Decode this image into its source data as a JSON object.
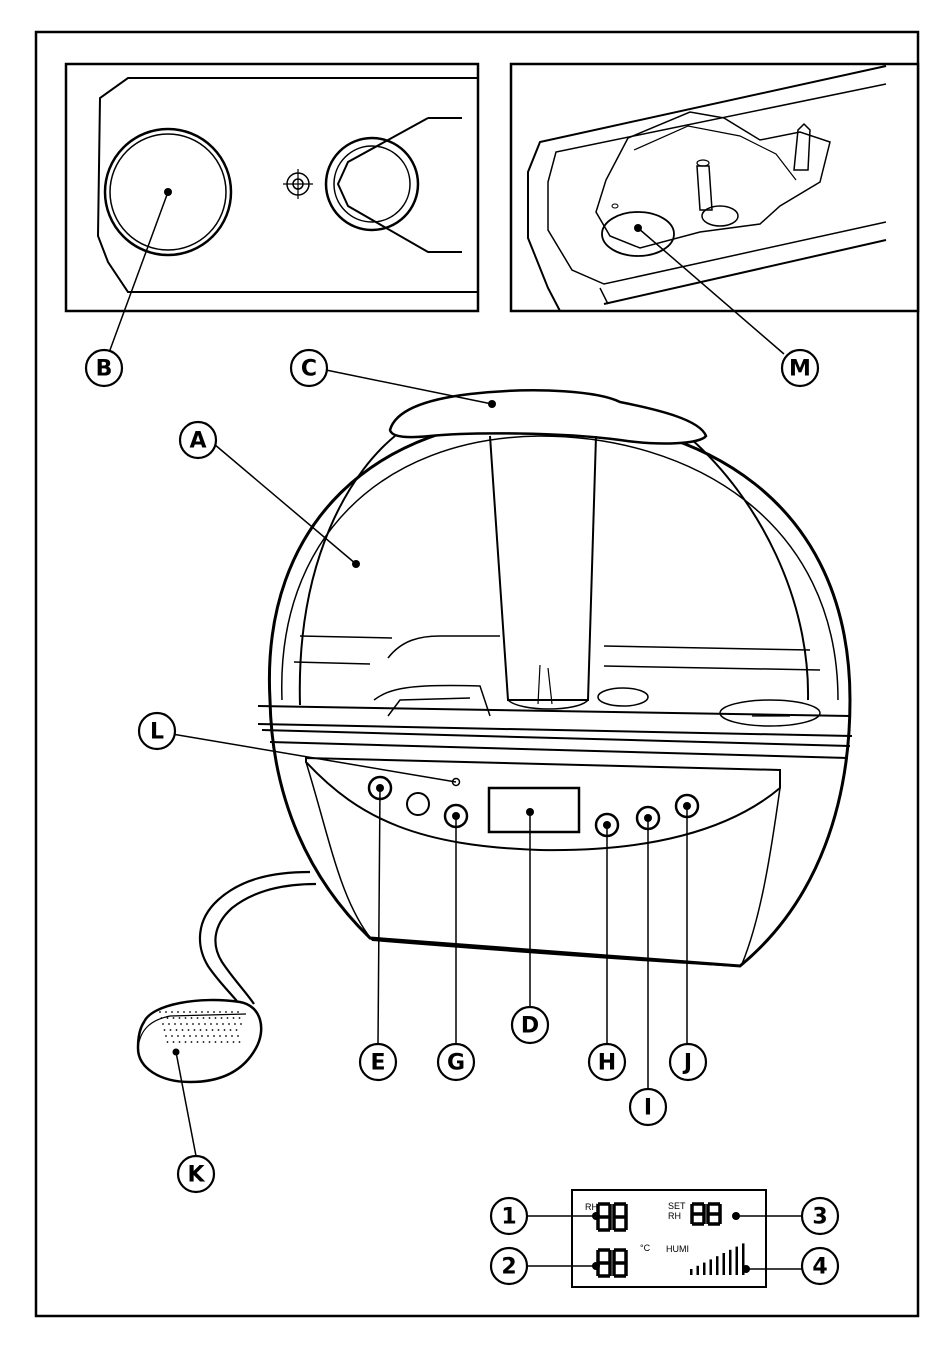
{
  "callouts": {
    "A": "A",
    "B": "B",
    "C": "C",
    "D": "D",
    "E": "E",
    "G": "G",
    "H": "H",
    "I": "I",
    "J": "J",
    "K": "K",
    "L": "L",
    "M": "M"
  },
  "display_callouts": {
    "n1": "1",
    "n2": "2",
    "n3": "3",
    "n4": "4"
  },
  "lcd": {
    "rh": "RH",
    "set": "SET",
    "set_rh": "RH",
    "celsius": "°C",
    "humi": "HUMI"
  }
}
